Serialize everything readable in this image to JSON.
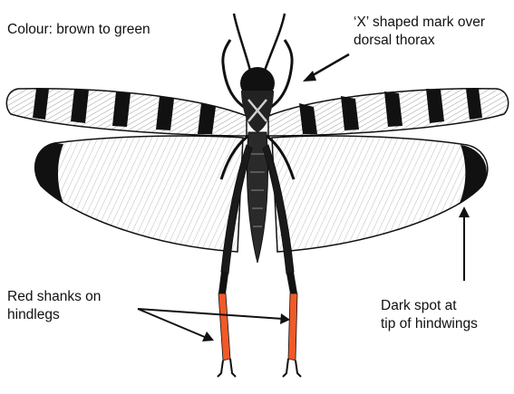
{
  "labels": {
    "colour": "Colour: brown to green",
    "x_mark": [
      "‘X’ shaped mark over",
      "dorsal thorax"
    ],
    "red_shanks": [
      "Red shanks on",
      "hindlegs"
    ],
    "dark_spot": [
      "Dark spot at",
      "tip of hindwings"
    ]
  },
  "colors": {
    "ink": "#111111",
    "shank": "#f05a28",
    "hindwing": "#f4f4f4"
  }
}
